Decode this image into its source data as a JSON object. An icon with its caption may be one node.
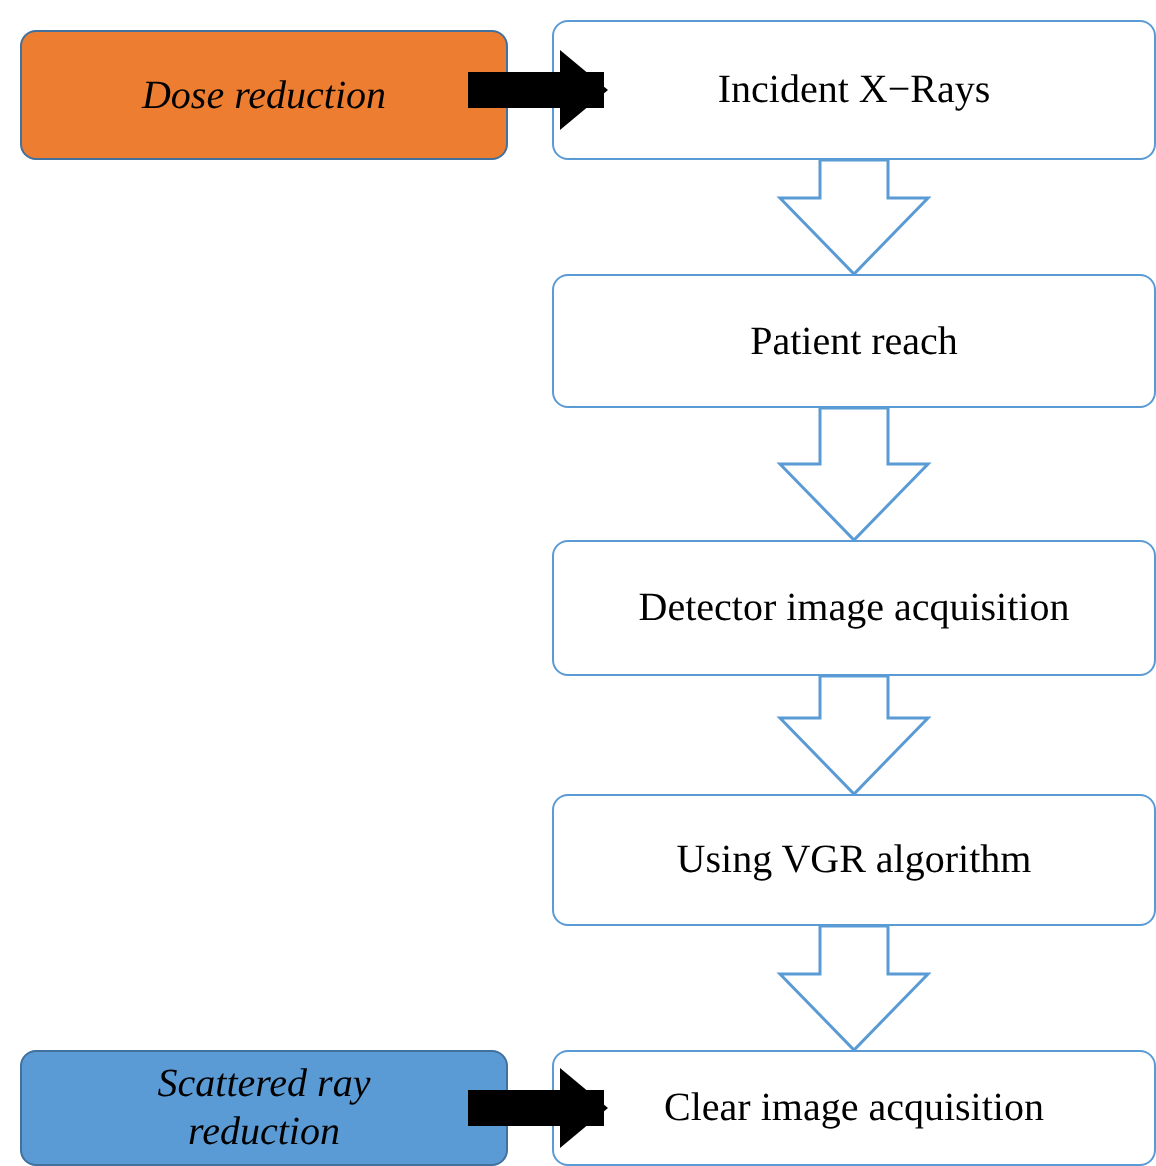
{
  "diagram": {
    "nodes": [
      {
        "text": [
          "Dose reduction"
        ]
      },
      {
        "text": [
          "Incident X−Rays"
        ]
      },
      {
        "text": [
          "Patient reach"
        ]
      },
      {
        "text": [
          "Detector image acquisition"
        ]
      },
      {
        "text": [
          "Using VGR algorithm"
        ]
      },
      {
        "text": [
          "Scattered ray reduction"
        ]
      },
      {
        "text": [
          "Clear image acquisition"
        ]
      }
    ],
    "edges": [
      {
        "from": 0,
        "to": 1,
        "arrow": "to",
        "color": "#000000"
      },
      {
        "from": 1,
        "to": 2,
        "arrow": "to"
      },
      {
        "from": 2,
        "to": 3,
        "arrow": "to"
      },
      {
        "from": 3,
        "to": 4,
        "arrow": "to"
      },
      {
        "from": 4,
        "to": 6,
        "arrow": "to"
      },
      {
        "from": 5,
        "to": 6,
        "arrow": "to",
        "color": "#000000"
      }
    ]
  }
}
